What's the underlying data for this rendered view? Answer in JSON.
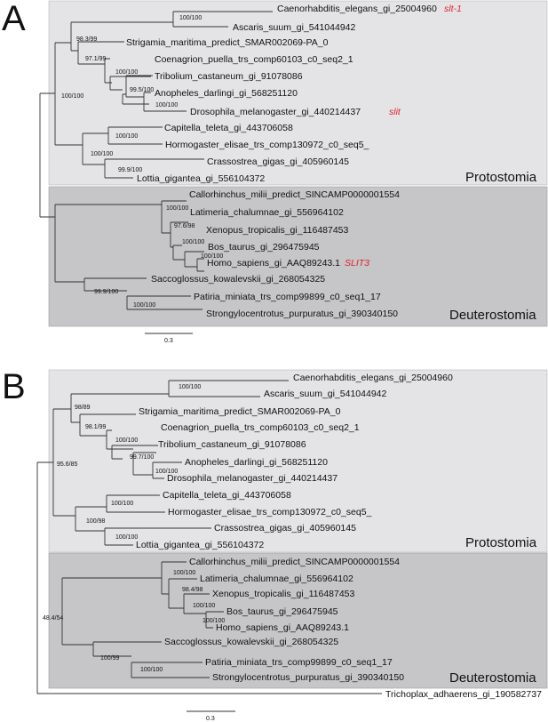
{
  "colors": {
    "protostomia_box": "#e4e4e6",
    "deuterostomia_box": "#c6c6c8",
    "gene_highlight": "#e0222a"
  },
  "panel_a": {
    "label": "A",
    "leaves": {
      "celegans": "Caenorhabditis_elegans_gi_25004960",
      "ascaris": "Ascaris_suum_gi_541044942",
      "strigamia": "Strigamia_maritima_predict_SMAR002069-PA_0",
      "coenagrion": "Coenagrion_puella_trs_comp60103_c0_seq2_1",
      "tribolium": "Tribolium_castaneum_gi_91078086",
      "anopheles": "Anopheles_darlingi_gi_568251120",
      "drosophila": "Drosophila_melanogaster_gi_440214437",
      "capitella": "Capitella_teleta_gi_443706058",
      "hormogaster": "Hormogaster_elisae_trs_comp130972_c0_seq5_",
      "crassostrea": "Crassostrea_gigas_gi_405960145",
      "lottia": "Lottia_gigantea_gi_556104372",
      "callorhinchus": "Callorhinchus_milii_predict_SINCAMP0000001554",
      "latimeria": "Latimeria_chalumnae_gi_556964102",
      "xenopus": "Xenopus_tropicalis_gi_116487453",
      "bos": "Bos_taurus_gi_296475945",
      "homo": "Homo_sapiens_gi_AAQ89243.1",
      "saccoglossus": "Saccoglossus_kowalevskii_gi_268054325",
      "patiria": "Patiria_miniata_trs_comp99899_c0_seq1_17",
      "strongylocentrotus": "Strongylocentrotus_purpuratus_gi_390340150"
    },
    "genes": {
      "slt1": "slt-1",
      "slit": "slit",
      "slit3": "SLIT3"
    },
    "supports": {
      "nematodes": "100/100",
      "ecdysozoa": "98.3/99",
      "insects": "97.1/99",
      "tribolium_diptera": "100/100",
      "diptera_outer": "99.5/100",
      "diptera_inner": "100/100",
      "protostomia": "100/100",
      "annelids": "100/100",
      "lophotrochozoa": "100/100",
      "molluscs": "99.9/100",
      "vertebrates": "100/100",
      "tetrapods": "97.6/98",
      "mammal_xen": "100/100",
      "mammals": "100/100",
      "ambulacraria": "99.9/100",
      "echinoderms": "100/100"
    },
    "group_protostomia": "Protostomia",
    "group_deuterostomia": "Deuterostomia",
    "scale_label": "0.3"
  },
  "panel_b": {
    "label": "B",
    "leaves": {
      "celegans": "Caenorhabditis_elegans_gi_25004960",
      "ascaris": "Ascaris_suum_gi_541044942",
      "strigamia": "Strigamia_maritima_predict_SMAR002069-PA_0",
      "coenagrion": "Coenagrion_puella_trs_comp60103_c0_seq2_1",
      "tribolium": "Tribolium_castaneum_gi_91078086",
      "anopheles": "Anopheles_darlingi_gi_568251120",
      "drosophila": "Drosophila_melanogaster_gi_440214437",
      "capitella": "Capitella_teleta_gi_443706058",
      "hormogaster": "Hormogaster_elisae_trs_comp130972_c0_seq5_",
      "crassostrea": "Crassostrea_gigas_gi_405960145",
      "lottia": "Lottia_gigantea_gi_556104372",
      "callorhinchus": "Callorhinchus_milii_predict_SINCAMP0000001554",
      "latimeria": "Latimeria_chalumnae_gi_556964102",
      "xenopus": "Xenopus_tropicalis_gi_116487453",
      "bos": "Bos_taurus_gi_296475945",
      "homo": "Homo_sapiens_gi_AAQ89243.1",
      "saccoglossus": "Saccoglossus_kowalevskii_gi_268054325",
      "patiria": "Patiria_miniata_trs_comp99899_c0_seq1_17",
      "strongylocentrotus": "Strongylocentrotus_purpuratus_gi_390340150",
      "trichoplax": "Trichoplax_adhaerens_gi_190582737"
    },
    "supports": {
      "nematodes": "100/100",
      "ecdysozoa": "98/89",
      "insects": "98.1/99",
      "tribolium_diptera": "100/100",
      "diptera_outer": "99.7/100",
      "diptera_inner": "100/100",
      "protostomia": "95.6/85",
      "annelids": "100/100",
      "lophotrochozoa": "100/98",
      "molluscs": "100/100",
      "vertebrates": "100/100",
      "tetrapods": "98.4/98",
      "mammal_xen": "100/100",
      "mammals": "100/100",
      "deuterostomia": "48.4/54",
      "ambulacraria": "100/99",
      "echinoderms": "100/100"
    },
    "group_protostomia": "Protostomia",
    "group_deuterostomia": "Deuterostomia",
    "scale_label": "0.3"
  }
}
